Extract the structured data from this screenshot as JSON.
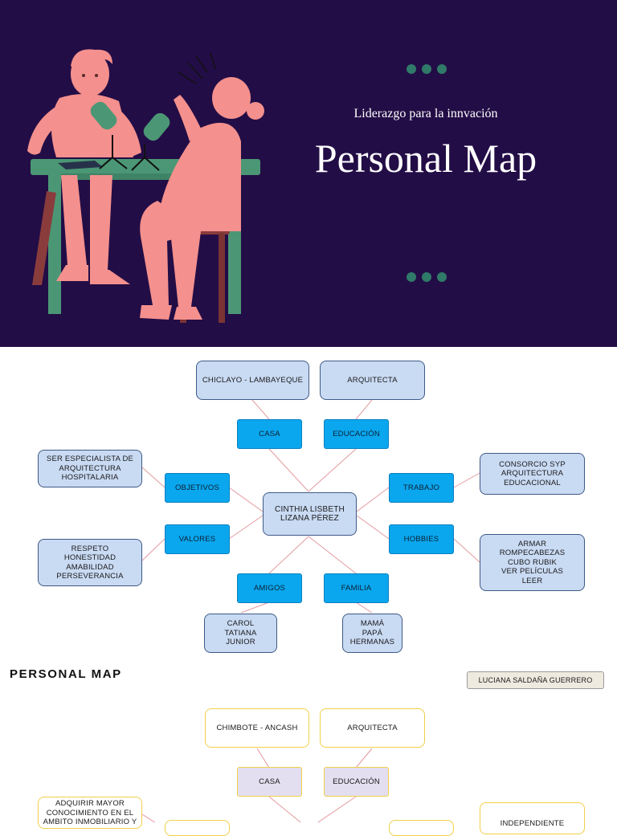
{
  "hero": {
    "subtitle": "Liderazgo para la innvación",
    "title": "Personal Map"
  },
  "map1": {
    "center": "CINTHIA LISBETH\nLIZANA PÉREZ",
    "casa": "CASA",
    "educacion": "EDUCACIÓN",
    "objetivos": "OBJETIVOS",
    "trabajo": "TRABAJO",
    "valores": "VALORES",
    "hobbies": "HOBBIES",
    "amigos": "AMIGOS",
    "familia": "FAMILIA",
    "casa_detail": "CHICLAYO - LAMBAYEQUE",
    "educacion_detail": "ARQUITECTA",
    "objetivos_detail": "SER ESPECIALISTA DE\nARQUITECTURA\nHOSPITALARIA",
    "trabajo_detail": "CONSORCIO SYP\nARQUITECTURA\nEDUCACIONAL",
    "valores_detail": "RESPETO\nHONESTIDAD\nAMABILIDAD\nPERSEVERANCIA",
    "hobbies_detail": "ARMAR\nROMPECABEZAS\nCUBO RUBIK\nVER PELÍCULAS\nLEER",
    "amigos_detail": "CAROL\nTATIANA\nJUNIOR",
    "familia_detail": "MAMÁ\nPAPÁ\nHERMANAS"
  },
  "section": {
    "label": "PERSONAL MAP",
    "author": "LUCIANA SALDAÑA GUERRERO"
  },
  "map2": {
    "casa_detail": "CHIMBOTE - ANCASH",
    "educacion_detail": "ARQUITECTA",
    "casa": "CASA",
    "educacion": "EDUCACIÓN",
    "objetivos_detail": "ADQUIRIR MAYOR\nCONOCIMIENTO EN EL\nAMBITO INMOBILIARIO Y",
    "trabajo_detail": "INDEPENDIENTE"
  },
  "colors": {
    "hero_bg": "#230d46",
    "dot": "#2f7a68",
    "figure_pink": "#f4908d",
    "table_green": "#4b9775",
    "node_light_blue": "#c9daf3",
    "node_blue": "#0aa7ee",
    "node_yellow_border": "#f1cf4a",
    "connector": "#e39aa0"
  }
}
